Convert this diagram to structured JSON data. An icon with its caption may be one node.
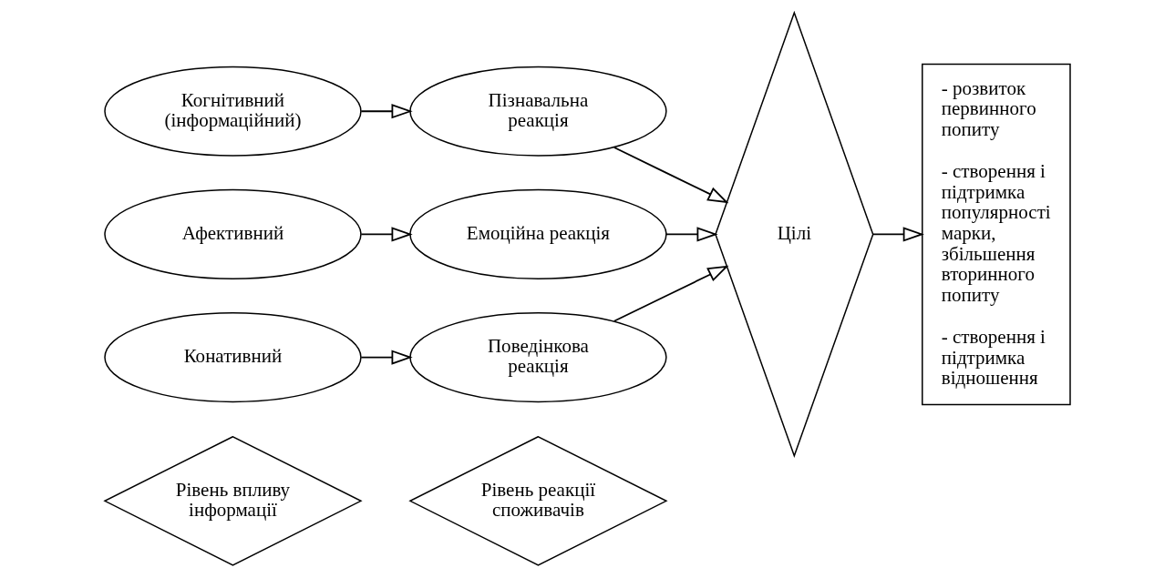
{
  "diagram": {
    "nodes": [
      {
        "text": [
          "Рівень впливу інформації"
        ]
      },
      {
        "text": [
          "Рівень реакції споживачів"
        ]
      },
      {
        "text": [
          "Когнітивний (інформаційний)"
        ]
      },
      {
        "text": [
          "Пізнавальна реакція"
        ]
      },
      {
        "text": [
          "Афективний"
        ]
      },
      {
        "text": [
          "Емоційна реакція"
        ]
      },
      {
        "text": [
          "Конативний"
        ]
      },
      {
        "text": [
          "Поведінкова реакція"
        ]
      },
      {
        "text": [
          "Цілі"
        ]
      },
      {
        "text": [
          "- розвиток первинного попиту",
          "- створення і підтримка популярності марки, збільшення вторинного попиту",
          "- створення і підтримка відношення"
        ]
      }
    ],
    "edges": [
      {
        "from": 2,
        "to": 3,
        "arrow": "to"
      },
      {
        "from": 3,
        "to": 8,
        "arrow": "to"
      },
      {
        "from": 4,
        "to": 5,
        "arrow": "to"
      },
      {
        "from": 5,
        "to": 8,
        "arrow": "to"
      },
      {
        "from": 6,
        "to": 7,
        "arrow": "to"
      },
      {
        "from": 7,
        "to": 8,
        "arrow": "to"
      },
      {
        "from": 8,
        "to": 9,
        "arrow": "to"
      }
    ]
  }
}
